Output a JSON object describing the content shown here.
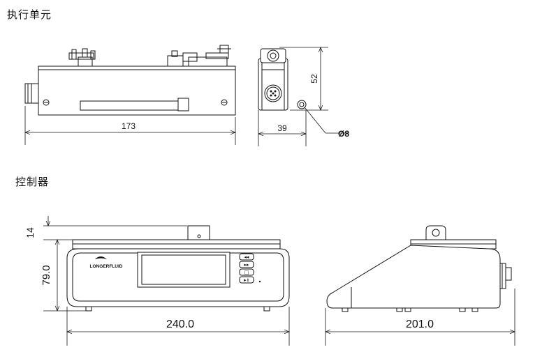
{
  "sections": {
    "actuator": {
      "title": "执行单元",
      "dim_length": "173",
      "dim_width": "39",
      "dim_height": "52",
      "dim_diameter": "Ø8"
    },
    "controller": {
      "title": "控制器",
      "dim_top": "14",
      "dim_height": "79.0",
      "dim_width": "240.0",
      "dim_depth": "201.0",
      "brand": "LONGERFLUID"
    }
  }
}
